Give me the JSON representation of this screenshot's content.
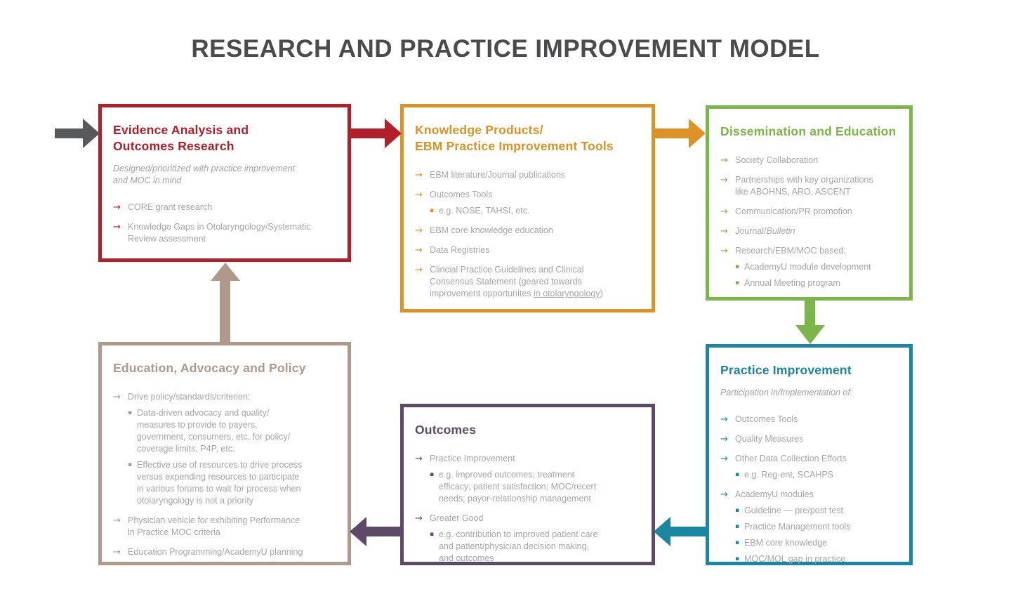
{
  "title": "RESEARCH AND PRACTICE IMPROVEMENT MODEL",
  "colors": {
    "title_text": "#4b4b4d",
    "body_text": "#a4a6a9",
    "red": "#b11f29",
    "orange": "#dd9226",
    "green": "#7ab648",
    "teal": "#1a86a0",
    "purple": "#5d4968",
    "tan": "#ae998b",
    "entry_gray": "#58595b",
    "background": "#ffffff"
  },
  "boxes": [
    {
      "id": "evidence-analysis-outcomes-research",
      "accent": "#b11f29",
      "title_lines": [
        "Evidence Analysis and",
        "Outcomes Research"
      ],
      "subtitle_lines": [
        "Designed/prioritized with practice improvement",
        "and MOC in mind"
      ],
      "items": [
        {
          "text": "CORE grant research"
        },
        {
          "text": "Knowledge Gaps in Otolaryngology/Systematic\nReview assessment"
        }
      ]
    },
    {
      "id": "knowledge-products-ebm-tools",
      "accent": "#dd9226",
      "title_lines": [
        "Knowledge Products/",
        "EBM Practice Improvement Tools"
      ],
      "items": [
        {
          "text": "EBM literature/Journal publications"
        },
        {
          "text": "Outcomes Tools",
          "subs": [
            "e.g. NOSE, TAHSI, etc."
          ]
        },
        {
          "text": "EBM core knowledge education"
        },
        {
          "text": "Data Registries"
        },
        {
          "text": "Clincial Practice Guidelines and Clinical\nConsensus Statement (geared towards\nimprovement opportunites in otolaryngology)",
          "underline_part": "in otolaryngology"
        }
      ]
    },
    {
      "id": "dissemination-and-education",
      "accent": "#7ab648",
      "title_lines": [
        "Dissemination and Education"
      ],
      "items": [
        {
          "text": "Society Collaboration"
        },
        {
          "text": "Partnerships with key organizations\nlike ABOHNS, ARO, ASCENT"
        },
        {
          "text": "Communication/PR promotion"
        },
        {
          "text": "Journal/Bulletin",
          "italic_part": "Bulletin"
        },
        {
          "text": "Research/EBM/MOC based:",
          "subs": [
            "AcademyU module development",
            "Annual Meeting program"
          ]
        }
      ]
    },
    {
      "id": "practice-improvement",
      "accent": "#1a86a0",
      "title_lines": [
        "Practice Improvement"
      ],
      "subtitle_lines": [
        "Participation in/Implementation of:"
      ],
      "items": [
        {
          "text": "Outcomes Tools"
        },
        {
          "text": "Quality Measures"
        },
        {
          "text": "Other Data Collection Efforts",
          "subs": [
            "e.g. Reg-ent, SCAHPS"
          ]
        },
        {
          "text": "AcademyU modules",
          "subs": [
            "Guideline — pre/post test",
            "Practice Management tools",
            "EBM core knowledge",
            "MOC/MOL gap in practice"
          ]
        }
      ]
    },
    {
      "id": "outcomes",
      "accent": "#5d4968",
      "title_lines": [
        "Outcomes"
      ],
      "items": [
        {
          "text": "Practice Improvement",
          "subs": [
            "e.g. improved outcomes; treatment\nefficacy; patient satisfaction; MOC/recert\nneeds; payor-relationship management"
          ]
        },
        {
          "text": "Greater Good",
          "subs": [
            "e.g. contribution to improved patient care\nand patient/physician decision making,\nand outcomes"
          ]
        }
      ]
    },
    {
      "id": "education-advocacy-and-policy",
      "accent": "#ae998b",
      "title_lines": [
        "Education, Advocacy and Policy"
      ],
      "items": [
        {
          "text": "Drive policy/standards/criterion:",
          "subs": [
            "Data-driven advocacy and quality/\nmeasures to provide to payers,\ngovernment, consumers, etc. for policy/\ncoverage limits, P4P, etc.",
            "Effective use of resources to drive process\nversus expending resources to participate\nin various forums to wait for process when\notolaryngology is not a priority"
          ]
        },
        {
          "text": "Physician vehicle for exhibiting Performance\nin Practice MOC criteria"
        },
        {
          "text": "Education Programming/AcademyU planning"
        }
      ]
    }
  ],
  "arrows": [
    {
      "name": "entry",
      "color": "#58595b"
    },
    {
      "name": "evidence-to-knowledge",
      "color": "#b11f29"
    },
    {
      "name": "knowledge-to-dissemination",
      "color": "#dd9226"
    },
    {
      "name": "dissemination-to-practice",
      "color": "#7ab648"
    },
    {
      "name": "practice-to-outcomes",
      "color": "#1a86a0"
    },
    {
      "name": "outcomes-to-education",
      "color": "#5d4968"
    },
    {
      "name": "education-to-evidence",
      "color": "#ae998b"
    }
  ],
  "bullet_glyph": "→",
  "sub_bullet_glyph": "▪"
}
